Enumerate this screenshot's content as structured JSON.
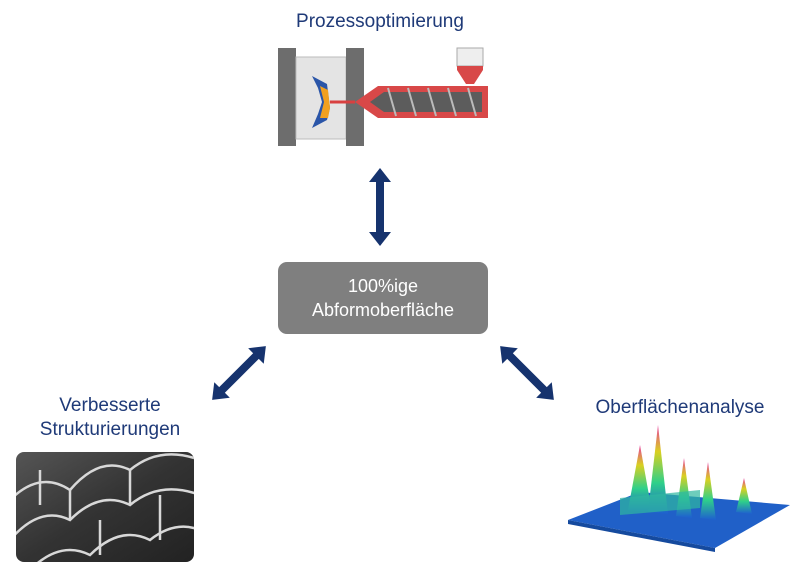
{
  "top_label": "Prozessoptimierung",
  "center": {
    "line1": "100%ige",
    "line2": "Abformoberfläche"
  },
  "left_label": {
    "line1": "Verbesserte",
    "line2": "Strukturierungen"
  },
  "right_label": "Oberflächenanalyse",
  "colors": {
    "text": "#1f3a78",
    "arrow": "#16336e",
    "box": "#7f7f7f"
  }
}
